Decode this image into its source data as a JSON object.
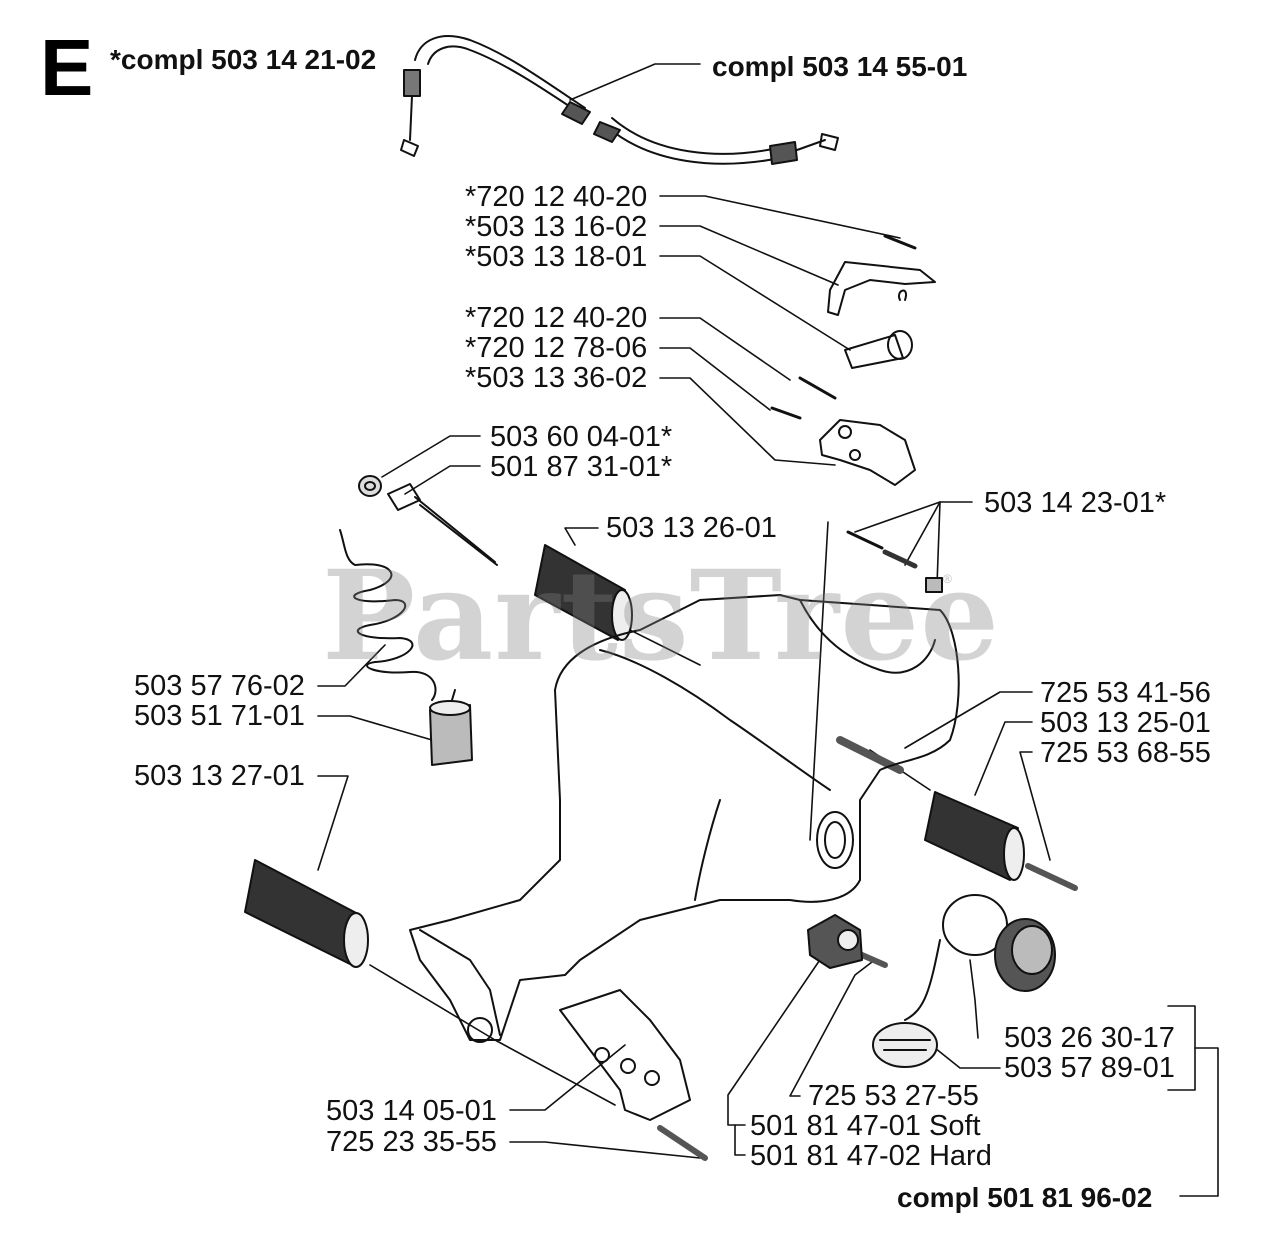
{
  "section": {
    "letter": "E"
  },
  "watermark": {
    "text": "PartsTree",
    "mark": "®"
  },
  "labels": {
    "throttle_cable": "*compl 503 14 21-02",
    "choke_cable": "compl 503 14 55-01",
    "p1": "*720 12 40-20",
    "p2": "*503 13 16-02",
    "p3": "*503 13 18-01",
    "p4": "*720 12 40-20",
    "p5": "*720 12 78-06",
    "p6": "*503 13 36-02",
    "p7": "503 60 04-01*",
    "p8": "501 87 31-01*",
    "p9": "503 13 26-01",
    "p10": "503 14 23-01*",
    "p11": "503 57 76-02",
    "p12": "503 51 71-01",
    "p13": "725 53 41-56",
    "p14": "503 13 25-01",
    "p15": "725 53 68-55",
    "p16": "503 13 27-01",
    "p17": "503 26 30-17",
    "p18": "503 57 89-01",
    "p19": "725 53 27-55",
    "p20": "503 14 05-01",
    "p21": "501 81 47-01 Soft",
    "p22": "725 23 35-55",
    "p23": "501 81 47-02 Hard",
    "compl_cap": "compl 501 81 96-02"
  },
  "colors": {
    "ink": "#111111",
    "watermark": "#828282"
  }
}
